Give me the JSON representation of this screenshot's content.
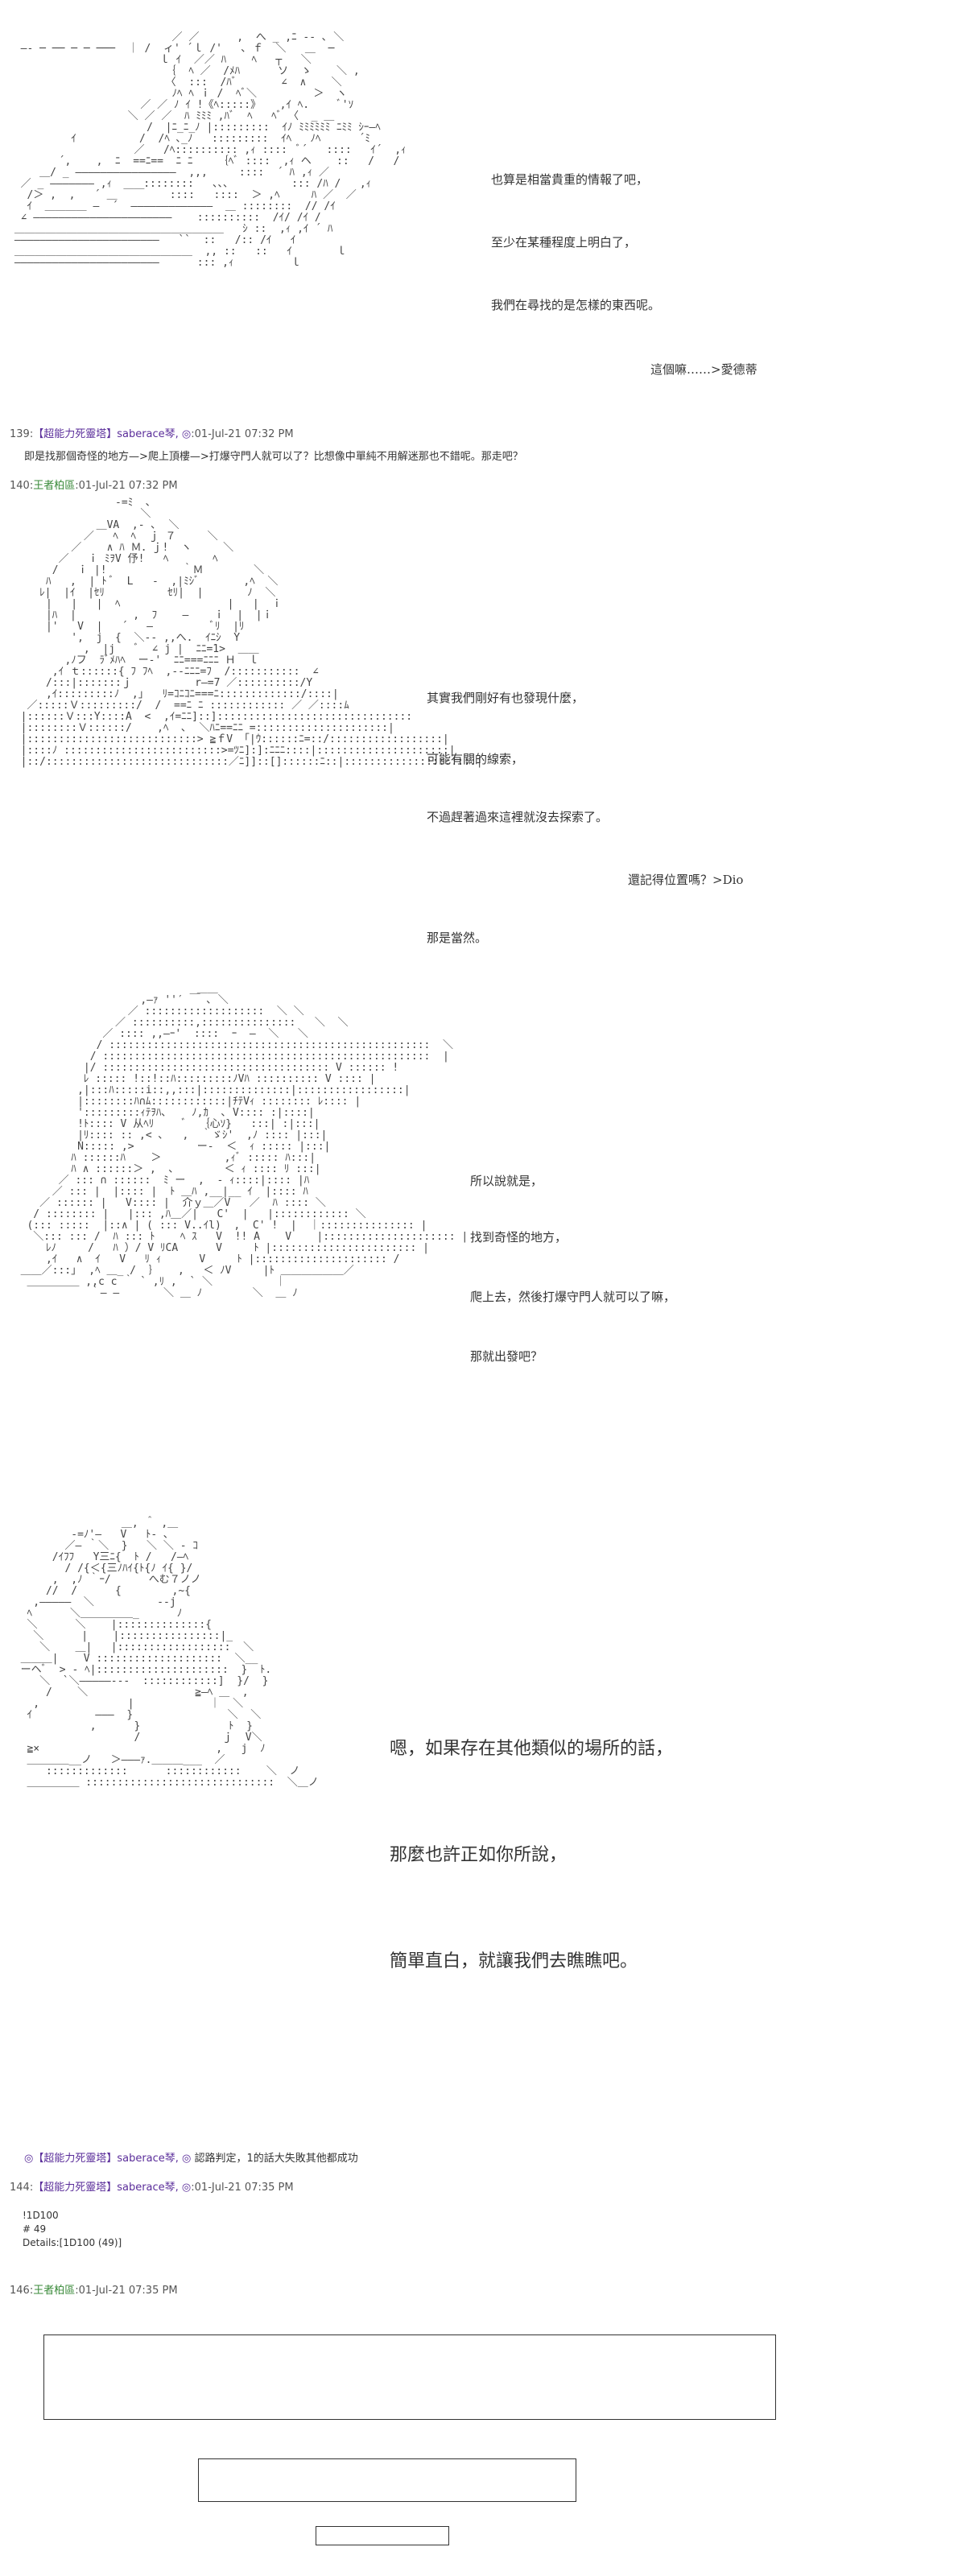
{
  "panel1": {
    "lines": [
      "也算是相當貴重的情報了吧，",
      "至少在某種程度上明白了，",
      "我們在尋找的是怎樣的東西呢。"
    ],
    "caption": "這個嘛……>愛德蒂"
  },
  "post139": {
    "num": "139:",
    "name": "【超能力死靈塔】saberace琴, ◎",
    "date": ":01-Jul-21 07:32 PM",
    "message": "即是找那個奇怪的地方—>爬上頂樓—>打爆守門人就可以了？比想像中單純不用解迷那也不錯呢。那走吧？"
  },
  "post140": {
    "num": "140:",
    "name": "王者柏區",
    "date": ":01-Jul-21 07:32 PM"
  },
  "panel2": {
    "lines": [
      "其實我們剛好有也發現什麼，",
      "可能有關的線索，",
      "不過趕著過來這裡就沒去探索了。"
    ],
    "aside": "還記得位置嗎？>Dio",
    "reply": "那是當然。"
  },
  "panel3": {
    "lines": [
      "所以說就是，",
      "找到奇怪的地方，",
      "爬上去，然後打爆守門人就可以了嘛，",
      "那就出發吧？"
    ]
  },
  "panel4": {
    "lines": [
      "嗯，如果存在其他類似的場所的話，",
      "那麼也許正如你所說，",
      "簡單直白，就讓我們去瞧瞧吧。"
    ]
  },
  "note143": {
    "name": "◎【超能力死靈塔】saberace琴, ◎",
    "message": " 認路判定，1的話大失敗其他都成功"
  },
  "post144": {
    "num": "144:",
    "name": "【超能力死靈塔】saberace琴, ◎",
    "date": ":01-Jul-21 07:35 PM",
    "dice": [
      "!1D100",
      "# 49",
      "Details:[1D100 (49)]"
    ]
  },
  "post146": {
    "num": "146:",
    "name": "王者柏區",
    "date": ":01-Jul-21 07:35 PM"
  }
}
